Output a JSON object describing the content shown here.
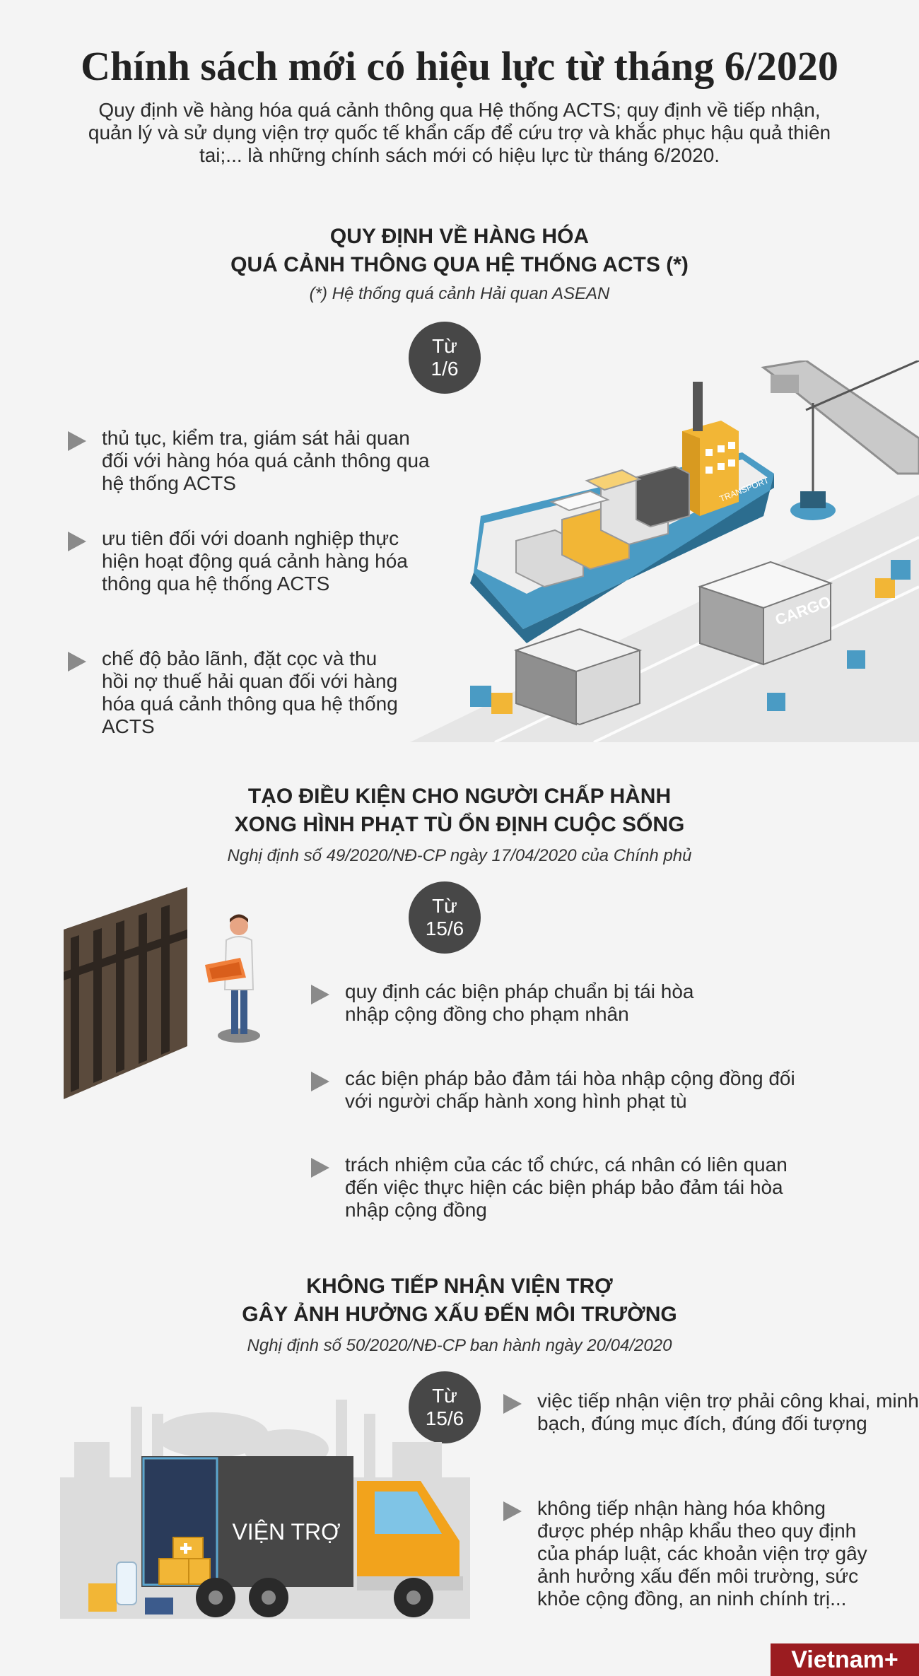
{
  "title": "Chính sách mới có hiệu lực từ tháng 6/2020",
  "intro": "Quy định về hàng hóa quá cảnh thông qua Hệ thống ACTS; quy định về tiếp nhận, quản lý và sử dụng viện trợ quốc tế khẩn cấp để cứu trợ và khắc phục hậu quả thiên tai;... là những chính sách mới có hiệu lực từ tháng 6/2020.",
  "sections": [
    {
      "title_line1": "QUY ĐỊNH VỀ HÀNG HÓA",
      "title_line2": "QUÁ CẢNH THÔNG QUA HỆ THỐNG ACTS (*)",
      "subtitle": "(*) Hệ thống quá cảnh Hải quan ASEAN",
      "badge_top": "Từ",
      "badge_bottom": "1/6",
      "bullets": [
        "thủ tục, kiểm tra, giám sát hải quan đối với hàng hóa quá cảnh thông qua hệ thống ACTS",
        "ưu tiên đối với doanh nghiệp thực hiện hoạt động quá cảnh hàng hóa thông qua hệ thống ACTS",
        "chế độ bảo lãnh, đặt cọc và thu hồi nợ thuế hải quan đối với hàng hóa quá cảnh thông qua hệ thống ACTS"
      ]
    },
    {
      "title_line1": "TẠO ĐIỀU KIỆN CHO NGƯỜI CHẤP HÀNH",
      "title_line2": "XONG HÌNH PHẠT TÙ ỔN ĐỊNH CUỘC SỐNG",
      "subtitle": "Nghị định số 49/2020/NĐ-CP ngày 17/04/2020 của Chính phủ",
      "badge_top": "Từ",
      "badge_bottom": "15/6",
      "bullets": [
        "quy định các biện pháp chuẩn bị tái hòa nhập cộng đồng cho phạm nhân",
        "các biện pháp bảo đảm tái hòa nhập cộng đồng đối với người chấp hành xong hình phạt tù",
        "trách nhiệm của các tổ chức, cá nhân có liên quan đến việc thực hiện các biện pháp bảo đảm tái hòa nhập cộng đồng"
      ]
    },
    {
      "title_line1": "KHÔNG TIẾP NHẬN VIỆN TRỢ",
      "title_line2": "GÂY ẢNH HƯỞNG XẤU ĐẾN MÔI TRƯỜNG",
      "subtitle": "Nghị định số 50/2020/NĐ-CP ban hành ngày 20/04/2020",
      "badge_top": "Từ",
      "badge_bottom": "15/6",
      "bullets": [
        "việc tiếp nhận viện trợ phải công khai, minh bạch, đúng mục đích, đúng đối tượng",
        "không tiếp nhận hàng hóa không được phép nhập khẩu theo quy định của pháp luật, các khoản viện trợ gây ảnh hưởng xấu đến môi trường, sức khỏe cộng đồng, an ninh chính trị..."
      ]
    }
  ],
  "illustrations": {
    "ship_label": "TRANSPORT",
    "container_label": "CARGO",
    "truck_label": "VIỆN TRỢ"
  },
  "brand": "Vietnam+",
  "colors": {
    "badge": "#474747",
    "ship_blue": "#4a9bc4",
    "container_yellow": "#f2b636",
    "truck_orange": "#f2a31c",
    "brand_red": "#9b1c20"
  }
}
